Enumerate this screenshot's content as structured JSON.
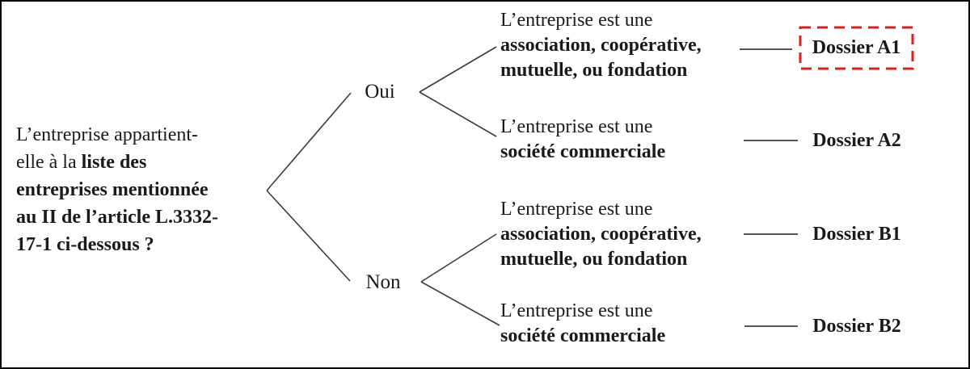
{
  "diagram": {
    "type": "decision-tree",
    "question": {
      "lines": [
        {
          "pre": "L’entreprise appartient-",
          "bold": ""
        },
        {
          "pre": "elle à la ",
          "bold": "liste des"
        },
        {
          "pre": "",
          "bold": "entreprises mentionnée"
        },
        {
          "pre": "",
          "bold": "au II de l’article L.3332-"
        },
        {
          "pre": "",
          "bold": "17-1 ci-dessous ?"
        }
      ]
    },
    "branches": {
      "yes": "Oui",
      "no": "Non"
    },
    "outcomes": [
      {
        "line1": "L’entreprise est une",
        "line2": "association, coopérative,",
        "line3": "mutuelle, ou fondation",
        "dossier": "Dossier A1",
        "highlighted": true
      },
      {
        "line1": "L’entreprise est une",
        "line2": "société commerciale",
        "line3": "",
        "dossier": "Dossier A2",
        "highlighted": false
      },
      {
        "line1": "L’entreprise est une",
        "line2": "association, coopérative,",
        "line3": "mutuelle, ou fondation",
        "dossier": "Dossier B1",
        "highlighted": false
      },
      {
        "line1": "L’entreprise est une",
        "line2": "société commerciale",
        "line3": "",
        "dossier": "Dossier B2",
        "highlighted": false
      }
    ],
    "colors": {
      "highlight": "#da1f1f",
      "connector": "#3d3d3d",
      "text": "#1a1a1a",
      "frame_border": "#000000"
    }
  }
}
